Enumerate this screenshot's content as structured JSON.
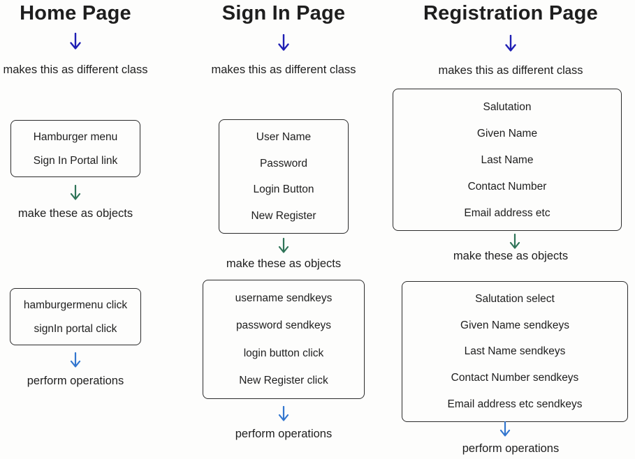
{
  "colors": {
    "arrow-navy": "#1f1fb4",
    "arrow-green": "#2f7458",
    "arrow-blue": "#3276cf",
    "ink": "#1e1e1e",
    "border": "#2b2b2b",
    "bg": "#fdfdfc"
  },
  "icons": {
    "down_arrow": "down-arrow-icon"
  },
  "columns": [
    {
      "title": "Home Page",
      "class_note": "makes this as different class",
      "elements_box": [
        "Hamburger menu",
        "Sign In Portal link"
      ],
      "objects_note": "make these as objects",
      "actions_box": [
        "hamburgermenu click",
        "signIn portal click"
      ],
      "operations_note": "perform operations"
    },
    {
      "title": "Sign In Page",
      "class_note": "makes this as different class",
      "elements_box": [
        "User Name",
        "Password",
        "Login Button",
        "New Register"
      ],
      "objects_note": "make these as objects",
      "actions_box": [
        "username sendkeys",
        "password sendkeys",
        "login button click",
        "New Register click"
      ],
      "operations_note": "perform operations"
    },
    {
      "title": "Registration Page",
      "class_note": "makes this as different class",
      "elements_box": [
        "Salutation",
        "Given Name",
        "Last Name",
        "Contact Number",
        "Email address etc"
      ],
      "objects_note": "make these as objects",
      "actions_box": [
        "Salutation select",
        "Given Name sendkeys",
        "Last Name sendkeys",
        "Contact Number sendkeys",
        "Email address etc sendkeys"
      ],
      "operations_note": "perform operations"
    }
  ]
}
